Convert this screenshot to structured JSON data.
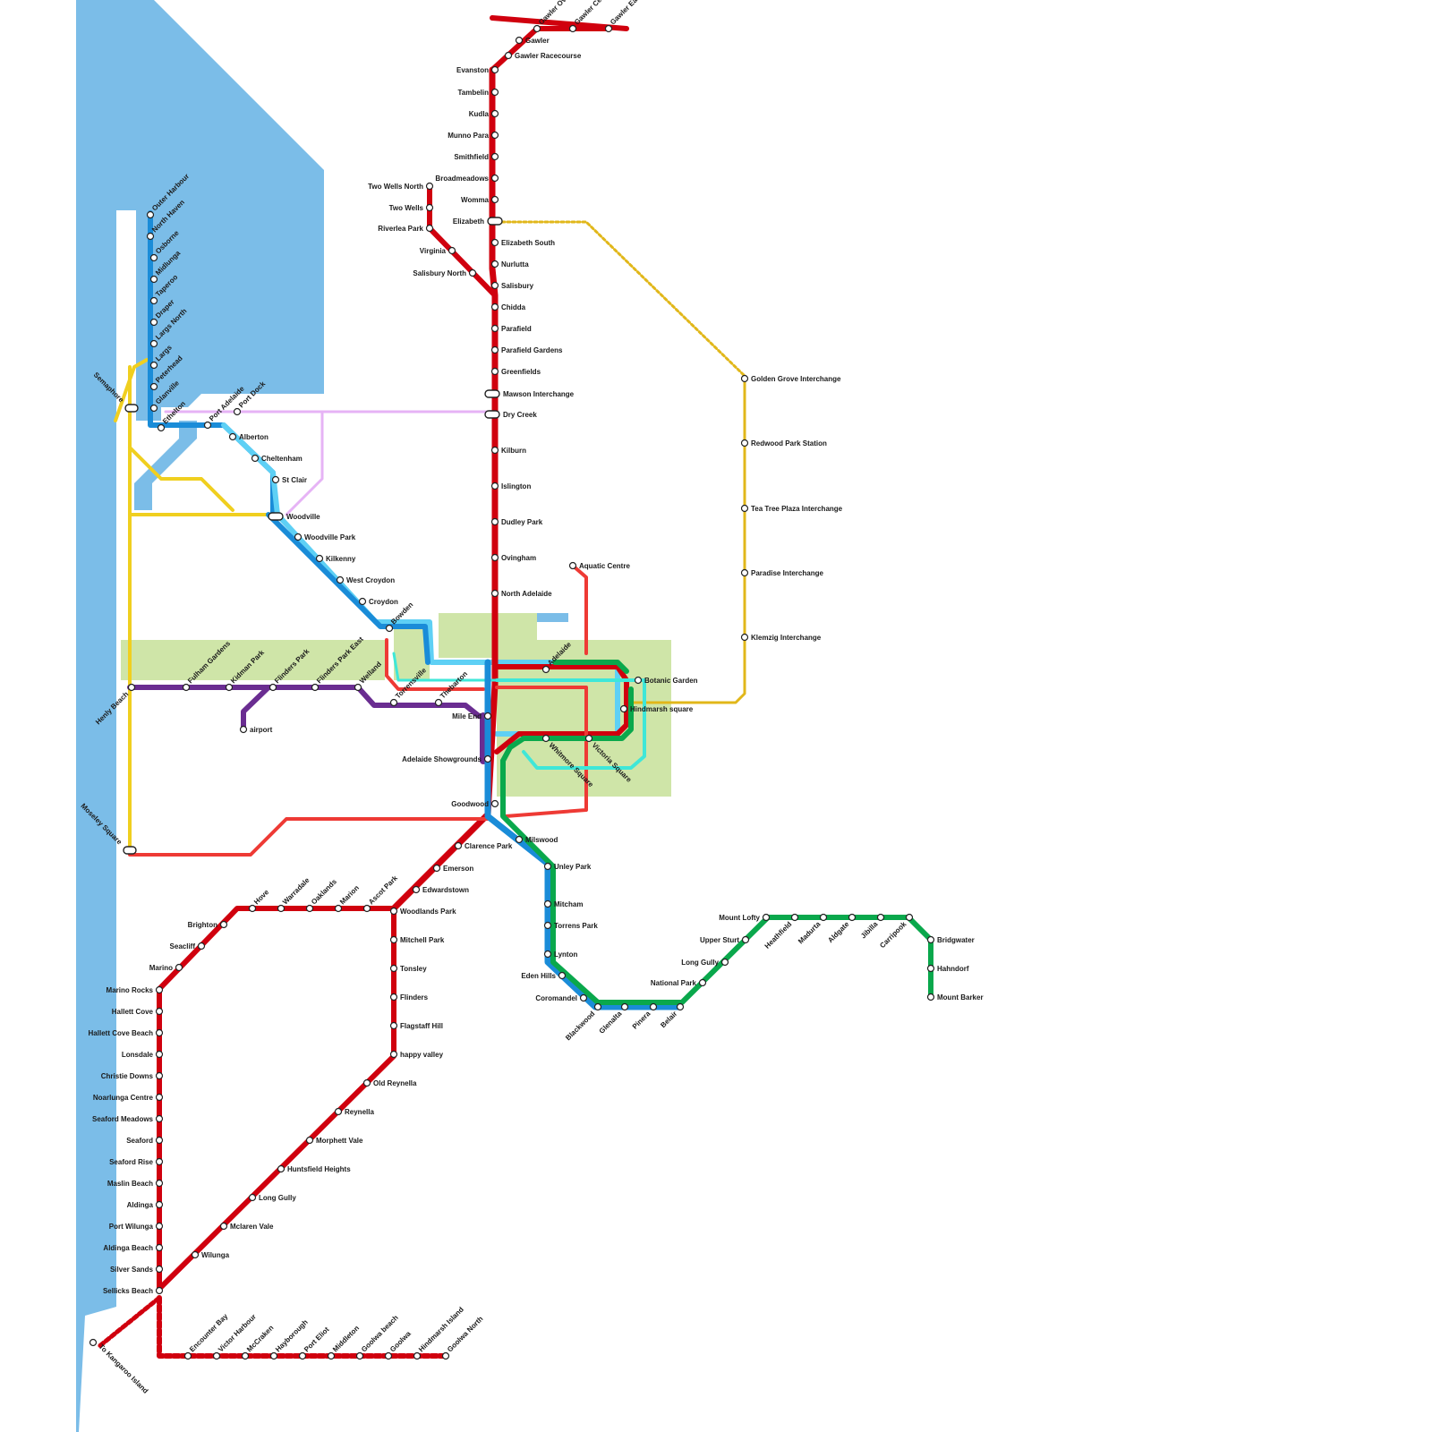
{
  "colors": {
    "water": "#7bbde8",
    "park": "#cfe5a8",
    "red_line": "#d0000e",
    "salmon_line": "#ee3a35",
    "blue_line": "#1a8cd8",
    "lightblue_line": "#5ed0f5",
    "green_line": "#0aa84c",
    "purple_line": "#6a2d91",
    "pink_line": "#e6b3f5",
    "yellow_line": "#f0cf1f",
    "gold_line": "#e1b71a",
    "teal_line": "#3fe7d8"
  },
  "gawler": [
    "Gawler",
    "Gawler Racecourse",
    "Gawler Oval",
    "Gawler Central",
    "Gawler East",
    "Evanston",
    "Tambelin",
    "Kudla",
    "Munno Para",
    "Smithfield",
    "Broadmeadows",
    "Womma",
    "Elizabeth",
    "Elizabeth South",
    "Nurlutta",
    "Salisbury",
    "Chidda",
    "Parafield",
    "Parafield Gardens",
    "Greenfields",
    "Mawson Interchange",
    "Dry Creek",
    "Kilburn",
    "Islington",
    "Dudley Park",
    "Ovingham",
    "North Adelaide"
  ],
  "two_wells": [
    "Two Wells North",
    "Two Wells",
    "Riverlea Park",
    "Virginia",
    "Salisbury North"
  ],
  "golden_grove": [
    "Golden Grove Interchange",
    "Redwood Park Station",
    "Tea Tree Plaza Interchange",
    "Paradise Interchange",
    "Klemzig Interchange"
  ],
  "outer_harbor": [
    "Outer Harbour",
    "North Haven",
    "Osborne",
    "Midlunga",
    "Taperoo",
    "Draper",
    "Largs North",
    "Largs",
    "Peterhead",
    "Glanville",
    "Ethelton",
    "Port Adelaide",
    "Port Dock",
    "Alberton",
    "Cheltenham",
    "St Clair",
    "Woodville",
    "Woodville Park",
    "Kilkenny",
    "West Croydon",
    "Croydon",
    "Bowden"
  ],
  "semaphore": "Semaphore",
  "henley": [
    "Henly Beach",
    "Fulham Gardens",
    "Kidman Park",
    "Flinders Park",
    "Flinders Park East",
    "Welland",
    "Torrensville",
    "Thebarton",
    "airport"
  ],
  "city": [
    "Adelaide",
    "Aquatic Centre",
    "Botanic Garden",
    "Hindmarsh square",
    "Mile End",
    "Adelaide Showgrounds",
    "Whitmore Square",
    "Victoria Square",
    "Goodwood"
  ],
  "moseley": "Moseley Square",
  "belair": [
    "Milswood",
    "Unley Park",
    "Mitcham",
    "Torrens Park",
    "Lynton",
    "Eden Hills",
    "Coromandel",
    "Blackwood",
    "Glenalta",
    "Pinera",
    "Belair",
    "National Park",
    "Long Gully",
    "Upper Sturt",
    "Mount Lofty",
    "Heathfield",
    "Madurta",
    "Aldgate",
    "Jibilla",
    "Carripook",
    "Bridgwater",
    "Hahndorf",
    "Mount Barker"
  ],
  "seaford_north": [
    "Clarence Park",
    "Emerson",
    "Edwardstown",
    "Woodlands Park"
  ],
  "brighton": [
    "Ascot Park",
    "Marion",
    "Oaklands",
    "Warradale",
    "Hove",
    "Brighton",
    "Seacliff",
    "Marino"
  ],
  "tonsley": [
    "Mitchell Park",
    "Tonsley",
    "Flinders",
    "Flagstaff Hill",
    "happy valley",
    "Old Reynella",
    "Reynella",
    "Morphett Vale",
    "Huntsfield Heights",
    "Long Gully",
    "Mclaren Vale",
    "Wilunga"
  ],
  "seaford": [
    "Marino Rocks",
    "Hallett Cove",
    "Hallett Cove Beach",
    "Lonsdale",
    "Christie Downs",
    "Noarlunga Centre",
    "Seaford Meadows",
    "Seaford",
    "Seaford Rise",
    "Maslin Beach",
    "Aldinga",
    "Port Wilunga",
    "Aldinga Beach",
    "Silver Sands",
    "Sellicks Beach"
  ],
  "victor": [
    "Encounter Bay",
    "Victor Harbour",
    "McCraken",
    "Hayborough",
    "Port Eliot",
    "Middleton",
    "Goolwa beach",
    "Goolwa",
    "Hindmarsh Island",
    "Goolwa North"
  ],
  "kangaroo": "To Kangaroo Island"
}
